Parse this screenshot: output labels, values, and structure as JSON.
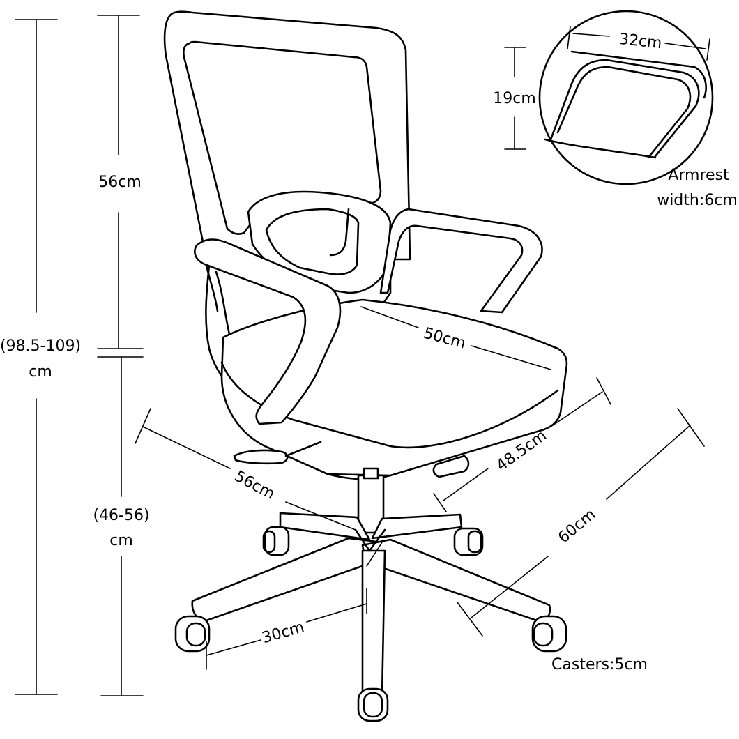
{
  "dimensions": {
    "total_height_value": "(98.5-109)",
    "total_height_unit": "cm",
    "backrest_height": "56cm",
    "seat_height_value": "(46-56)",
    "seat_height_unit": "cm",
    "seat_width": "50cm",
    "seat_depth": "48.5cm",
    "overall_width": "56cm",
    "base_diameter": "60cm",
    "base_leg": "30cm",
    "casters": "Casters:5cm",
    "armrest_length": "32cm",
    "armrest_height": "19cm",
    "armrest_width_line1": "Armrest",
    "armrest_width_line2": "width:6cm"
  },
  "colors": {
    "line": "#000000",
    "background": "#ffffff"
  }
}
